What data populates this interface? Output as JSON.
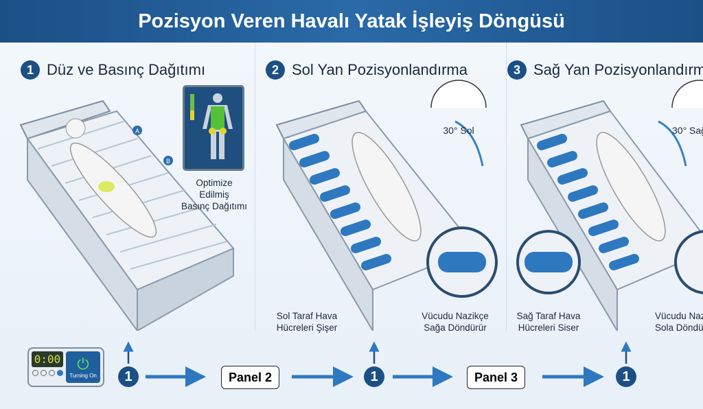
{
  "title": "Pozisyon Veren Havalı Yatak İşleyiş Döngüsü",
  "panels": [
    {
      "number": "1",
      "title": "Düz ve Basınç Dağıtımı",
      "inset_caption_1": "Optimize Edilmiş",
      "inset_caption_2": "Basınç Dağıtımı",
      "cell_labels": [
        "A",
        "B"
      ]
    },
    {
      "number": "2",
      "title": "Sol Yan Pozisyonlandırma",
      "angle": "30° Sol",
      "caption_left_1": "Sol Taraf Hava",
      "caption_left_2": "Hücreleri Şişer",
      "caption_right_1": "Vücudu Nazikçe",
      "caption_right_2": "Sağa Döndürür"
    },
    {
      "number": "3",
      "title": "Sağ Yan Pozisyonlandırma",
      "angle": "30° Sağ",
      "caption_left_1": "Sağ Taraf Hava",
      "caption_left_2": "Hücreleri Şişer",
      "caption_right_1": "Vücudu Nazikçe",
      "caption_right_2": "Sola Döndürür"
    }
  ],
  "controller": {
    "display": "0:00",
    "status": "Turning On"
  },
  "flow": {
    "step": "1",
    "panel2": "Panel 2",
    "panel3": "Panel 3"
  },
  "colors": {
    "header": "#1b4f86",
    "accent": "#2a7fc4",
    "cell_inflated": "#2e78c0"
  }
}
